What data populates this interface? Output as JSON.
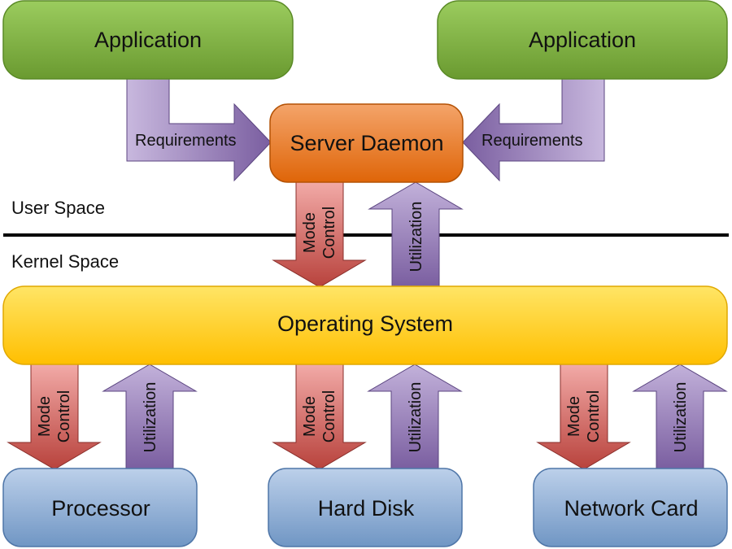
{
  "boxes": {
    "app_left": "Application",
    "app_right": "Application",
    "server_daemon": "Server Daemon",
    "operating_system": "Operating System",
    "processor": "Processor",
    "hard_disk": "Hard Disk",
    "network_card": "Network Card"
  },
  "arrows": {
    "requirements": "Requirements",
    "mode": "Mode",
    "control": "Control",
    "utilization": "Utilization"
  },
  "spaces": {
    "user": "User Space",
    "kernel": "Kernel Space"
  },
  "colors": {
    "application": "#76a83a",
    "server_daemon": "#e0680e",
    "operating_system": "#ffc20e",
    "hardware": "#7a9fcb",
    "mode_control_arrow": "#c0504d",
    "utilization_arrow": "#8064a2"
  }
}
